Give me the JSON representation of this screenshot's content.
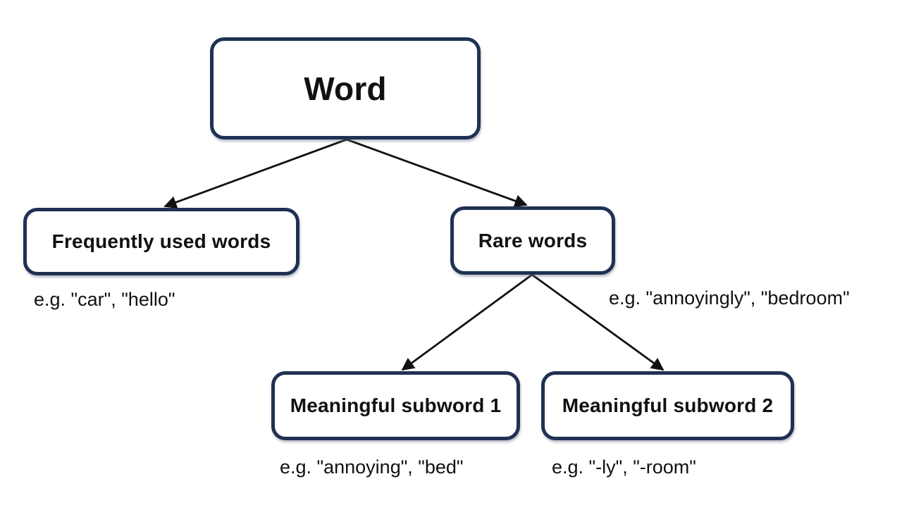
{
  "diagram": {
    "type": "tree",
    "nodes": {
      "word": {
        "label": "Word"
      },
      "frequent": {
        "label": "Frequently used words"
      },
      "rare": {
        "label": "Rare words"
      },
      "subword1": {
        "label": "Meaningful subword 1"
      },
      "subword2": {
        "label": "Meaningful subword 2"
      }
    },
    "annotations": {
      "frequent": "e.g. \"car\", \"hello\"",
      "rare": "e.g. \"annoyingly\", \"bedroom\"",
      "subword1": "e.g. \"annoying\", \"bed\"",
      "subword2": "e.g. \"-ly\", \"-room\""
    },
    "edges": [
      {
        "from": "word",
        "to": "frequent"
      },
      {
        "from": "word",
        "to": "rare"
      },
      {
        "from": "rare",
        "to": "subword1"
      },
      {
        "from": "rare",
        "to": "subword2"
      }
    ],
    "colors": {
      "background": "#ffffff",
      "node_fill": "#ffffff",
      "node_border": "#1f3153",
      "text": "#111111",
      "arrow": "#111111"
    }
  }
}
